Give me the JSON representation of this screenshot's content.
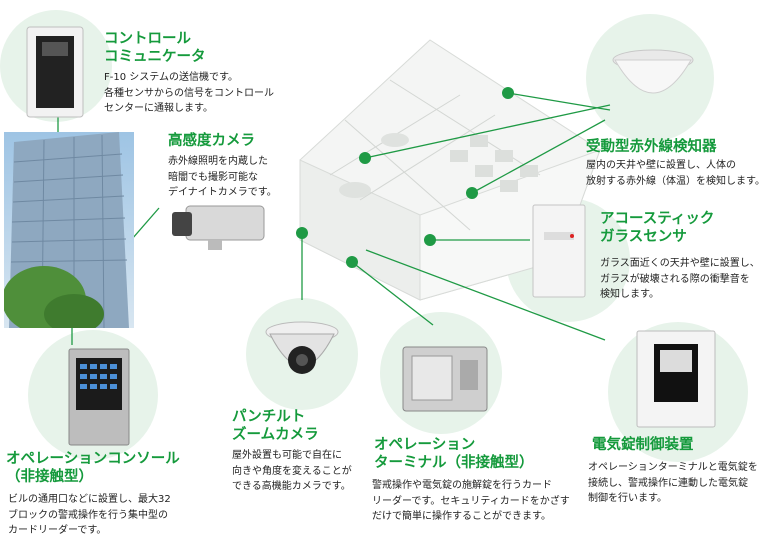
{
  "devices": {
    "controller": {
      "title": [
        "コントロール",
        "コミュニケータ"
      ],
      "desc": [
        "F-10 システムの送信機です。",
        "各種センサからの信号をコントロール",
        "センターに通報します。"
      ]
    },
    "camera": {
      "title": [
        "高感度カメラ"
      ],
      "desc": [
        "赤外線照明を内蔵した",
        "暗闇でも撮影可能な",
        "デイナイトカメラです。"
      ]
    },
    "pir": {
      "title": [
        "受動型赤外線検知器"
      ],
      "desc": [
        "屋内の天井や壁に設置し、人体の",
        "放射する赤外線（体温）を検知します。"
      ]
    },
    "glass": {
      "title": [
        "アコースティック",
        "ガラスセンサ"
      ],
      "desc": [
        "ガラス面近くの天井や壁に設置し、",
        "ガラスが破壊される際の衝撃音を",
        "検知します。"
      ]
    },
    "console": {
      "title": [
        "オペレーションコンソール",
        "（非接触型）"
      ],
      "desc": [
        "ビルの通用口などに設置し、最大32",
        "ブロックの警戒操作を行う集中型の",
        "カードリーダーです。"
      ]
    },
    "ptz": {
      "title": [
        "パンチルト",
        "ズームカメラ"
      ],
      "desc": [
        "屋外設置も可能で自在に",
        "向きや角度を変えることが",
        "できる高機能カメラです。"
      ]
    },
    "terminal": {
      "title": [
        "オペレーション",
        "ターミナル（非接触型）"
      ],
      "desc": [
        "警戒操作や電気錠の施解錠を行うカード",
        "リーダーです。セキュリティカードをかざす",
        "だけで簡単に操作することができます。"
      ]
    },
    "lock": {
      "title": [
        "電気錠制御装置"
      ],
      "desc": [
        "オペレーションターミナルと電気錠を",
        "接続し、警戒操作に連動した電気錠",
        "制御を行います。"
      ]
    }
  },
  "colors": {
    "accent": "#159a3c",
    "dot": "#1f9a45",
    "circle": "#e7f3ea"
  }
}
